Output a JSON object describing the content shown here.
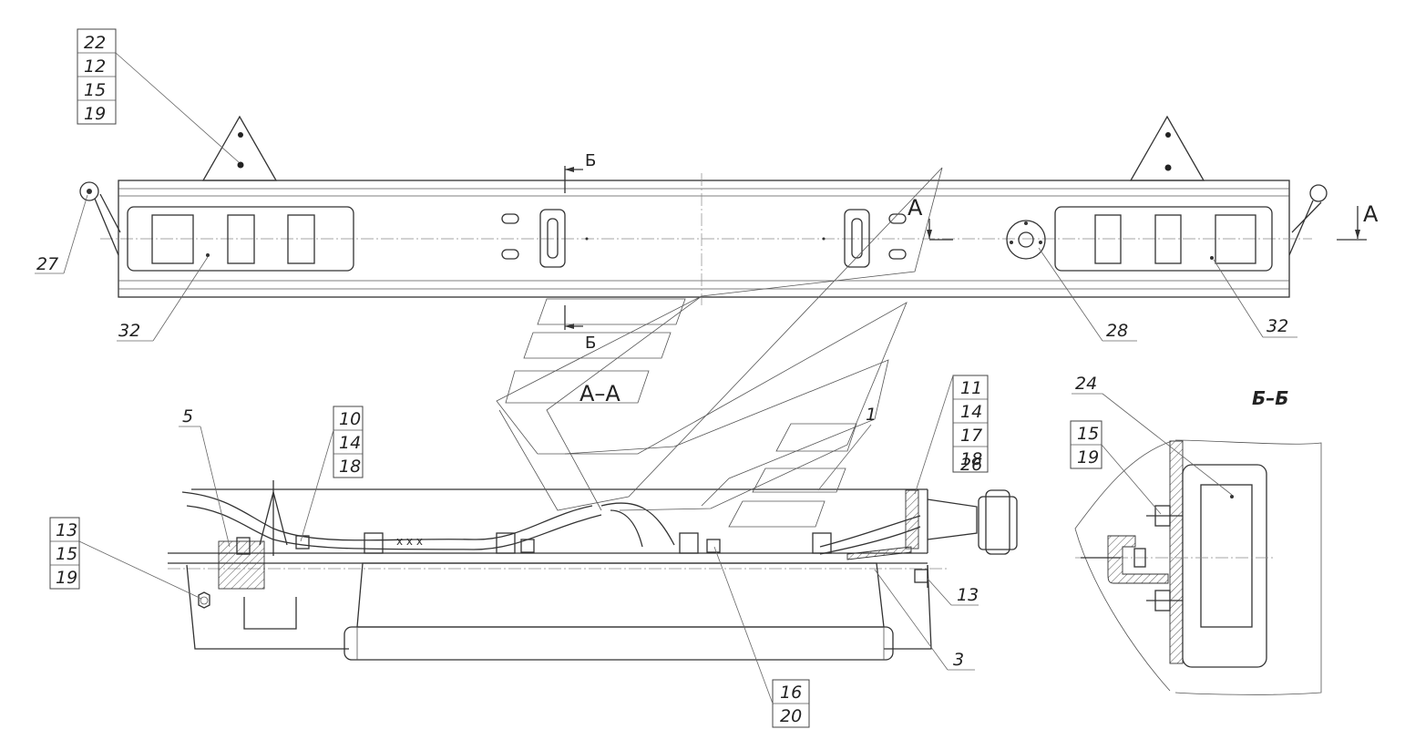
{
  "views": {
    "section_aa": "А–А",
    "section_bb": "Б–Б",
    "cut_a": "А",
    "cut_b": "Б"
  },
  "callouts": {
    "c22": [
      "22",
      "12",
      "15",
      "19"
    ],
    "c27": "27",
    "c32_left": "32",
    "c32_right": "32",
    "c28": "28",
    "c5": "5",
    "c10": [
      "10",
      "14",
      "18"
    ],
    "c13_left": [
      "13",
      "15",
      "19"
    ],
    "c1": "1",
    "c11": [
      "11",
      "14",
      "17",
      "18",
      "26"
    ],
    "c13_right": "13",
    "c3": "3",
    "c16": [
      "16",
      "20"
    ],
    "c24": "24",
    "c15": [
      "15",
      "19"
    ]
  }
}
